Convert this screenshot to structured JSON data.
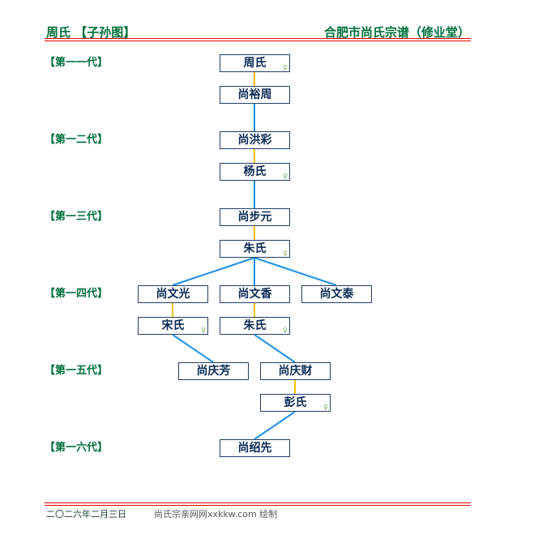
{
  "header": {
    "left": "周氏 【子孙图】",
    "right": "合肥市尚氏宗谱（修业堂）"
  },
  "generations": [
    "【第一一代】",
    "【第一二代】",
    "【第一三代】",
    "【第一四代】",
    "【第一五代】",
    "【第一六代】"
  ],
  "female_mark": "♀",
  "people": {
    "p1": "周氏",
    "p2": "尚裕周",
    "p3": "尚洪彩",
    "p4": "杨氏",
    "p5": "尚步元",
    "p6": "朱氏",
    "p7": "尚文光",
    "p8": "尚文香",
    "p9": "尚文泰",
    "p10": "宋氏",
    "p11": "朱氏",
    "p12": "尚庆芳",
    "p13": "尚庆财",
    "p14": "彭氏",
    "p15": "尚绍先"
  },
  "footer": {
    "date": "二〇二六年二月三日",
    "credit": "尚氏宗亲网网xxkkw.com 绘制"
  },
  "colors": {
    "spouse_line": "#f5c000",
    "child_line": "#1e90e8",
    "title": "#00703c",
    "rule": "#e00000"
  }
}
